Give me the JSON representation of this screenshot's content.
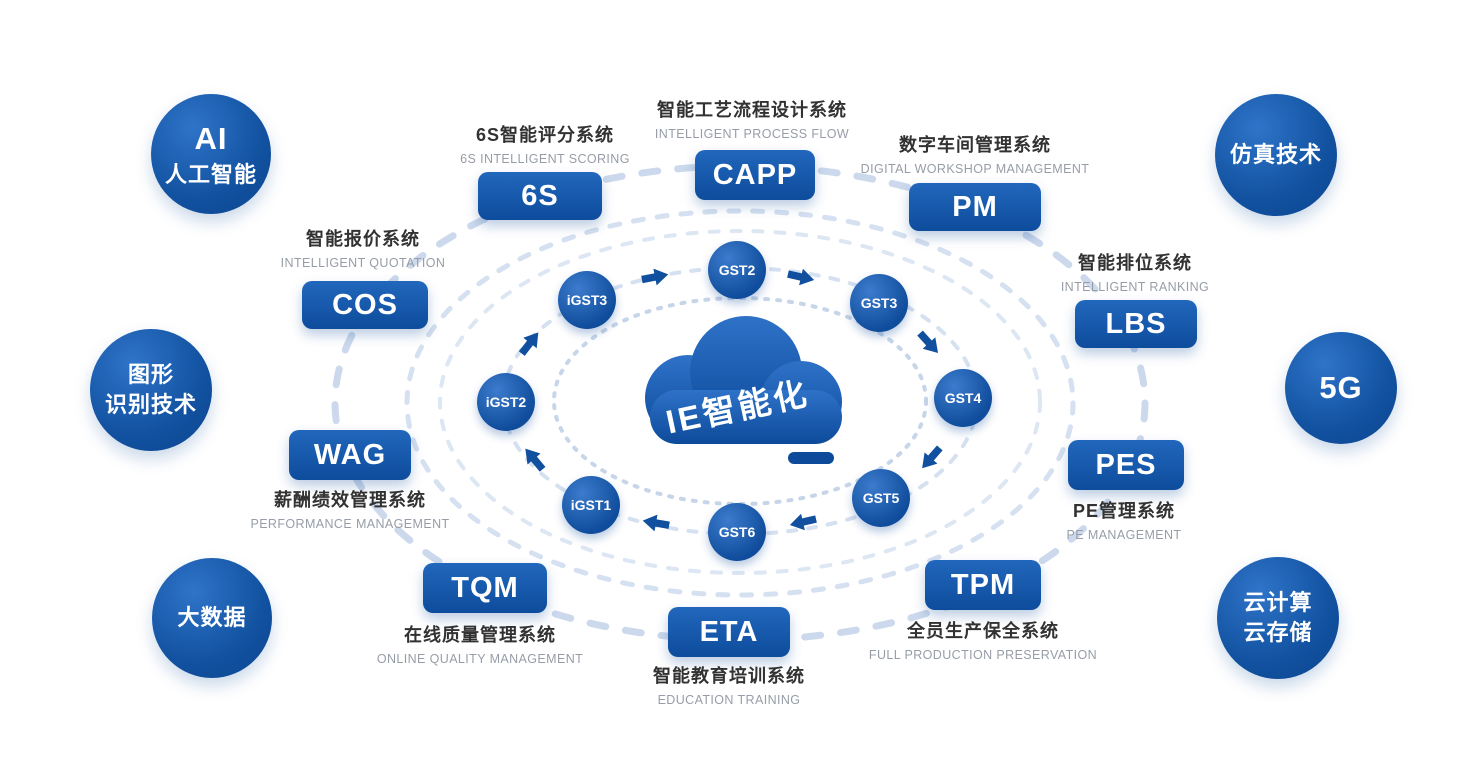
{
  "center": {
    "label": "IE智能化"
  },
  "tech": {
    "ai": {
      "line1": "AI",
      "line2": "人工智能"
    },
    "simulation": {
      "line1": "仿真技术"
    },
    "vision": {
      "line1": "图形",
      "line2": "识别技术"
    },
    "g5": {
      "line1": "5G"
    },
    "bigdata": {
      "line1": "大数据"
    },
    "cloud": {
      "line1": "云计算",
      "line2": "云存储"
    }
  },
  "systems": {
    "s6s": {
      "abbr": "6S",
      "zh": "6S智能评分系统",
      "en": "6S INTELLIGENT SCORING"
    },
    "capp": {
      "abbr": "CAPP",
      "zh": "智能工艺流程设计系统",
      "en": "INTELLIGENT PROCESS FLOW"
    },
    "pm": {
      "abbr": "PM",
      "zh": "数字车间管理系统",
      "en": "DIGITAL WORKSHOP MANAGEMENT"
    },
    "cos": {
      "abbr": "COS",
      "zh": "智能报价系统",
      "en": "INTELLIGENT QUOTATION"
    },
    "lbs": {
      "abbr": "LBS",
      "zh": "智能排位系统",
      "en": "INTELLIGENT RANKING"
    },
    "wag": {
      "abbr": "WAG",
      "zh": "薪酬绩效管理系统",
      "en": "PERFORMANCE MANAGEMENT"
    },
    "pes": {
      "abbr": "PES",
      "zh": "PE管理系统",
      "en": "PE MANAGEMENT"
    },
    "tqm": {
      "abbr": "TQM",
      "zh": "在线质量管理系统",
      "en": "ONLINE QUALITY MANAGEMENT"
    },
    "eta": {
      "abbr": "ETA",
      "zh": "智能教育培训系统",
      "en": "EDUCATION  TRAINING"
    },
    "tpm": {
      "abbr": "TPM",
      "zh": "全员生产保全系统",
      "en": "FULL PRODUCTION PRESERVATION"
    }
  },
  "nodes": {
    "gst2": "GST2",
    "gst3": "GST3",
    "gst4": "GST4",
    "gst5": "GST5",
    "gst6": "GST6",
    "igst1": "iGST1",
    "igst2": "iGST2",
    "igst3": "iGST3"
  },
  "colors": {
    "primary": "#11509e",
    "ring": "#ccd9ec",
    "zh_label": "#323232",
    "en_label": "#979da7"
  }
}
